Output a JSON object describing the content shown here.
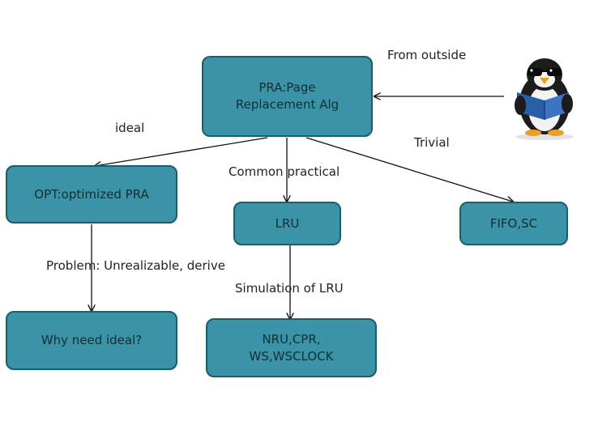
{
  "nodes": {
    "pra": "PRA:Page\nReplacement Alg",
    "opt": "OPT:optimized PRA",
    "lru": "LRU",
    "fifo": "FIFO,SC",
    "why": "Why need ideal?",
    "nru": "NRU,CPR,\nWS,WSCLOCK"
  },
  "edge_labels": {
    "from_outside": "From outside",
    "ideal": "ideal",
    "common_practical": "Common practical",
    "trivial": "Trivial",
    "problem": "Problem: Unrealizable, derive",
    "simulation": "Simulation of LRU"
  },
  "colors": {
    "node_fill": "#3a93a6",
    "node_border": "#1d5c69",
    "text": "#222222"
  },
  "icons": [
    "penguin-reading-book-icon"
  ]
}
